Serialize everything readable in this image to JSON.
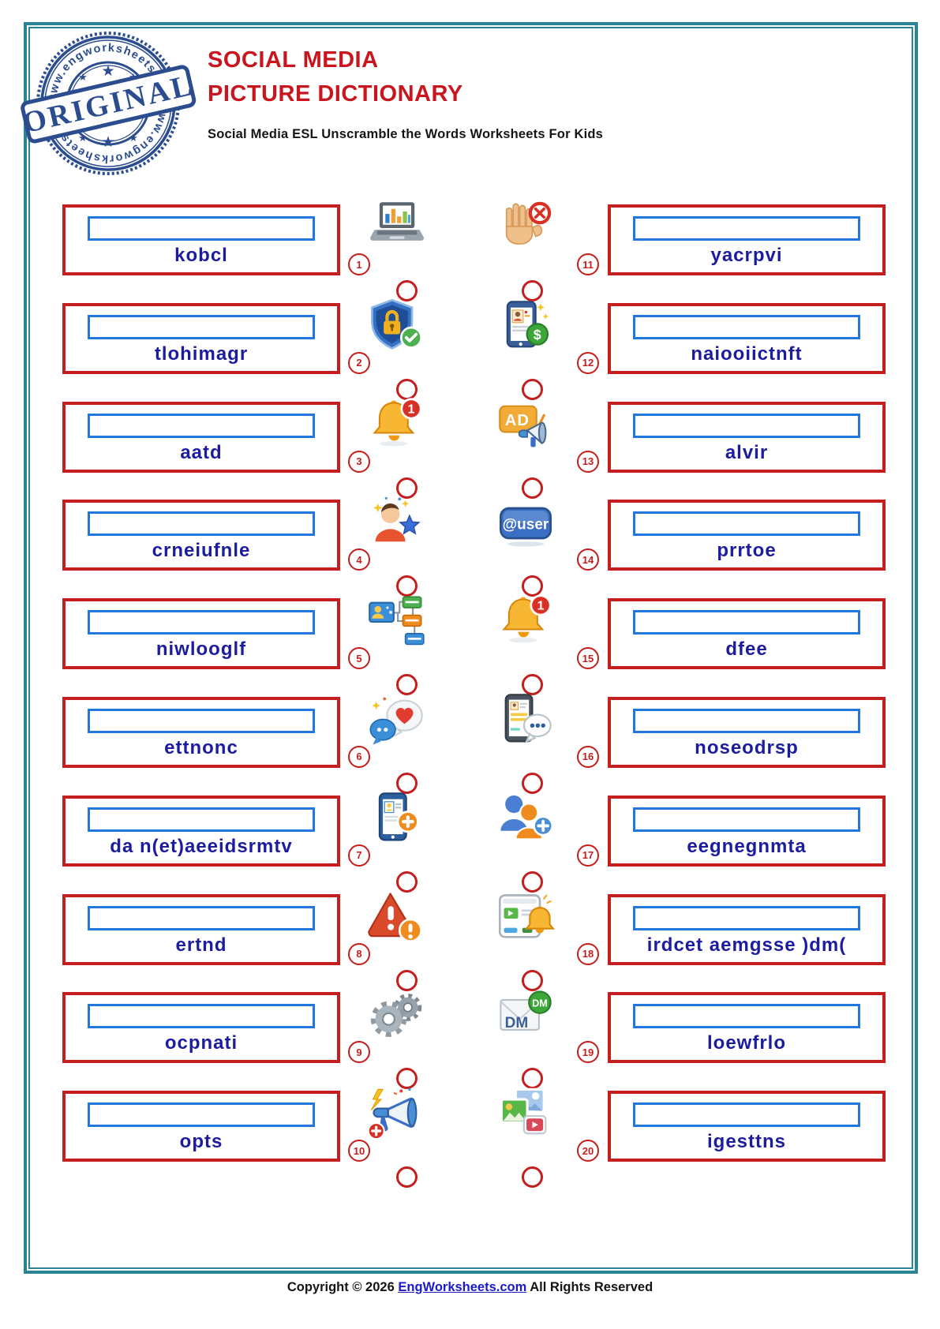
{
  "header": {
    "title_line1": "SOCIAL MEDIA",
    "title_line2": "PICTURE DICTIONARY",
    "subtitle": "Social Media ESL Unscramble the Words Worksheets For Kids"
  },
  "stamp": {
    "arc_text_top": "www.engworksheets.com",
    "arc_text_bottom": "www.engworksheets.com",
    "label": "ORIGINAL",
    "star": "★"
  },
  "items": [
    {
      "number": "1",
      "scrambled": "kobcl",
      "icon": "laptop-analytics"
    },
    {
      "number": "2",
      "scrambled": "tlohimagr",
      "icon": "security-shield"
    },
    {
      "number": "3",
      "scrambled": "aatd",
      "icon": "notification-bell",
      "badge": "1"
    },
    {
      "number": "4",
      "scrambled": "crneiufnle",
      "icon": "influencer"
    },
    {
      "number": "5",
      "scrambled": "niwlooglf",
      "icon": "following-network"
    },
    {
      "number": "6",
      "scrambled": "ettnonc",
      "icon": "content-bubbles"
    },
    {
      "number": "7",
      "scrambled": "da n(et)aeeidsrmtv",
      "icon": "add-contact-phone"
    },
    {
      "number": "8",
      "scrambled": "ertnd",
      "icon": "trend-warning"
    },
    {
      "number": "9",
      "scrambled": "ocpnati",
      "icon": "settings-gears"
    },
    {
      "number": "10",
      "scrambled": "opts",
      "icon": "promote-megaphone"
    },
    {
      "number": "11",
      "scrambled": "yacrpvi",
      "icon": "block-hand"
    },
    {
      "number": "12",
      "scrambled": "naiooiictnft",
      "icon": "monetization-phone",
      "icon_text": "$"
    },
    {
      "number": "13",
      "scrambled": "alvir",
      "icon": "ad-megaphone",
      "icon_text": "AD"
    },
    {
      "number": "14",
      "scrambled": "prrtoe",
      "icon": "user-mention",
      "icon_text": "@user"
    },
    {
      "number": "15",
      "scrambled": "dfee",
      "icon": "feed-bell",
      "badge": "1"
    },
    {
      "number": "16",
      "scrambled": "noseodrsp",
      "icon": "chat-phone"
    },
    {
      "number": "17",
      "scrambled": "eegnegnmta",
      "icon": "engagement-users"
    },
    {
      "number": "18",
      "scrambled": "irdcet aemgsse )dm(",
      "icon": "web-notification"
    },
    {
      "number": "19",
      "scrambled": "loewfrlo",
      "icon": "dm-envelope",
      "icon_text": "DM",
      "badge": "DM"
    },
    {
      "number": "20",
      "scrambled": "igesttns",
      "icon": "media-gallery"
    }
  ],
  "footer": {
    "text_before_link": "Copyright © 2026",
    "link_text": "EngWorksheets.com",
    "text_after_link": "All Rights Reserved"
  },
  "colors": {
    "frame_teal": "#2b8496",
    "box_red": "#c41e1e",
    "input_blue": "#2277dd",
    "word_navy": "#1c1c9e",
    "title_red": "#c9151e",
    "stamp_blue": "#2b4d8f"
  }
}
